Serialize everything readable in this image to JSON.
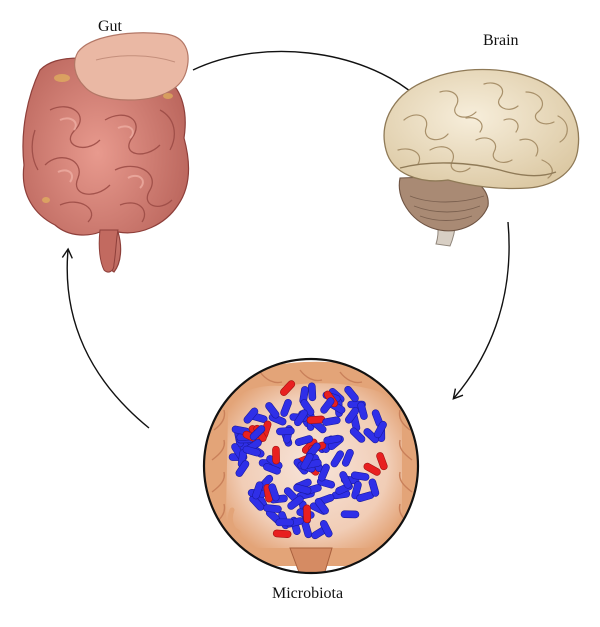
{
  "labels": {
    "gut": "Gut",
    "brain": "Brain",
    "microbiota": "Microbiota"
  },
  "colors": {
    "intestine": "#d9857c",
    "intestine_dark": "#a9504a",
    "stomach": "#eab8a4",
    "brain": "#efe2c6",
    "brain_fold": "#b7a27c",
    "cerebellum": "#a98a74",
    "bacteria_blue": "#2f2fe8",
    "bacteria_red": "#e82020",
    "colon": "#e3a478",
    "arrow": "#111111"
  },
  "icons": {
    "gut": "intestine-illustration",
    "brain": "brain-illustration",
    "microbiota": "bacteria-magnifier-illustration"
  }
}
